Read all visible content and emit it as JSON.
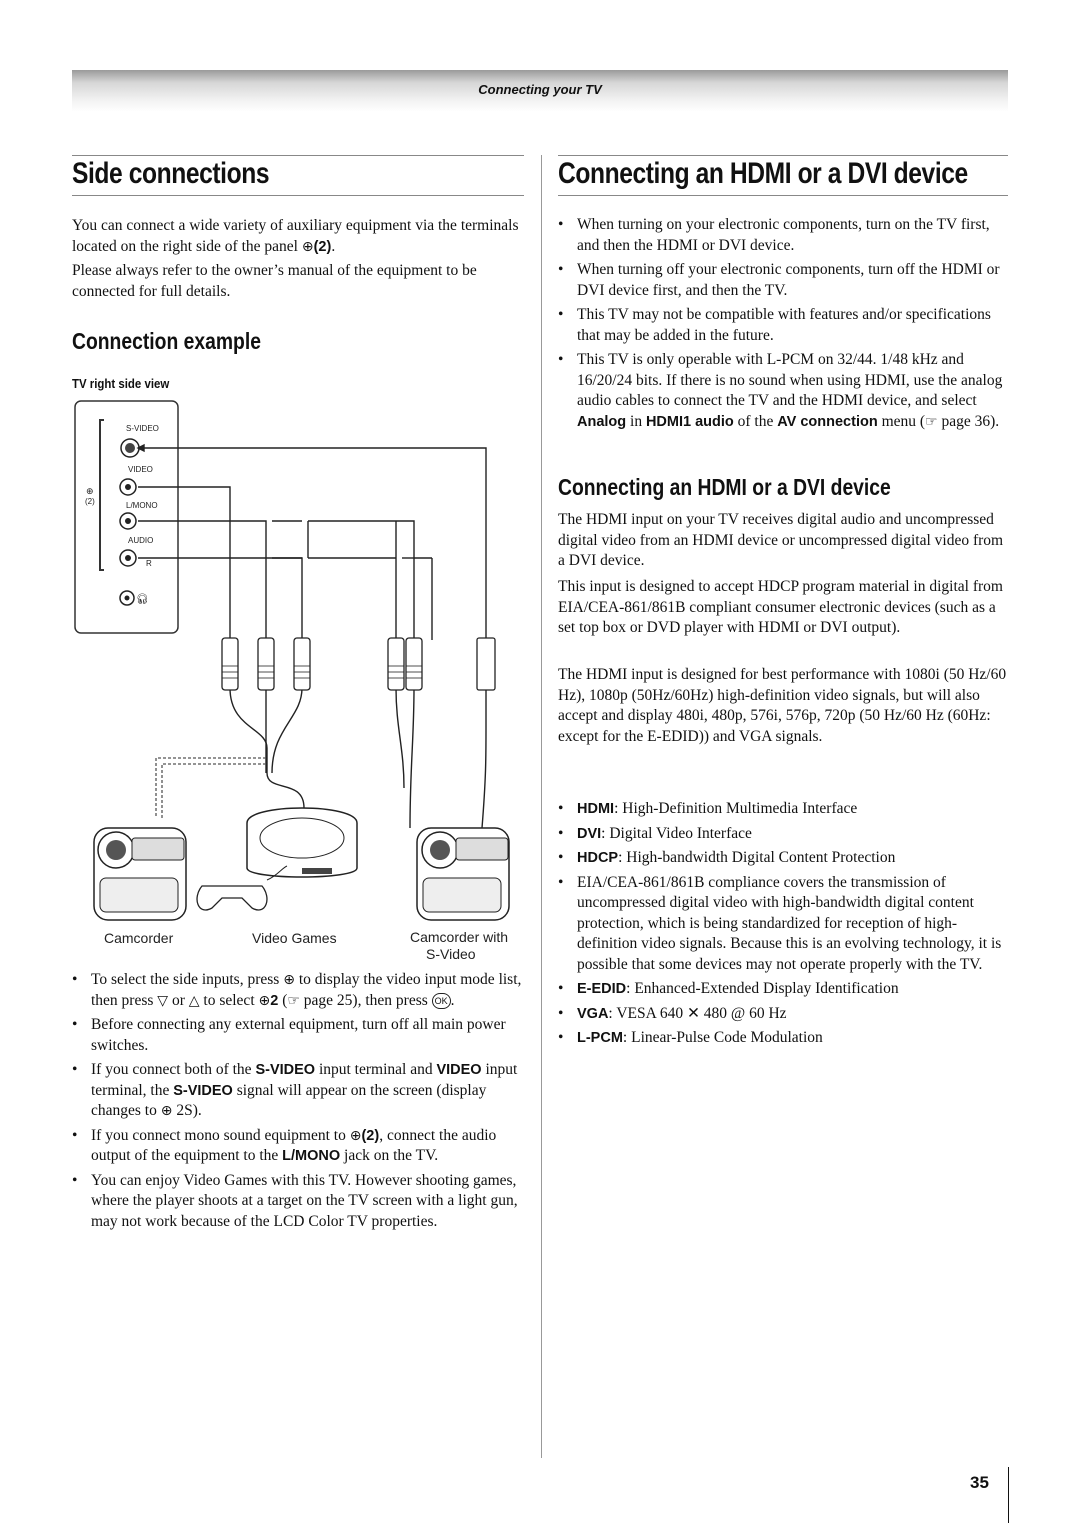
{
  "header": {
    "title": "Connecting your TV"
  },
  "left": {
    "title": "Side connections",
    "intro1_a": "You can connect a wide variety of auxiliary equipment via the terminals located on the right side of the panel ",
    "intro1_b": "(2)",
    "intro1_c": ".",
    "intro2": "Please always refer to the owner’s manual of the equipment to be connected for full details.",
    "example_heading": "Connection example",
    "view_label": "TV right side view",
    "diagram": {
      "port_svideo": "S-VIDEO",
      "port_video": "VIDEO",
      "port_lmono": "L/MONO",
      "port_audio": "AUDIO",
      "port_r": "R",
      "input_num": "(2)",
      "cap_camcorder": "Camcorder",
      "cap_games": "Video Games",
      "cap_camcorder_sv1": "Camcorder with",
      "cap_camcorder_sv2": "S-Video"
    },
    "b1": {
      "a": "To select the side inputs, press ",
      "b": " to display the video input mode list, then press ",
      "down": "▽",
      "or": " or ",
      "up": "△",
      "c": " to select ",
      "d": "2",
      "e": " (",
      "f": " page 25), then press ",
      "ok": "OK",
      "g": "."
    },
    "b2": "Before connecting any external equipment, turn off all main power switches.",
    "b3": {
      "a": "If you connect both of the ",
      "sv1": "S-VIDEO",
      "b": " input terminal and ",
      "video": "VIDEO",
      "c": " input terminal, the ",
      "sv2": "S-VIDEO",
      "d": " signal will appear on the screen (display changes to ",
      "e": " 2S)."
    },
    "b4": {
      "a": "If you connect mono sound equipment to ",
      "b": "(2)",
      "c": ", connect the audio output of the equipment to the ",
      "lmono": "L/MONO",
      "d": " jack on the TV."
    },
    "b5": "You can enjoy Video Games with this TV. However shooting games, where the player shoots at a target on the TV screen with a light gun, may not work because of the LCD Color TV properties."
  },
  "right": {
    "title": "Connecting an HDMI or a DVI device",
    "b1": "When turning on your electronic components, turn on the TV first, and then the HDMI or DVI device.",
    "b2": "When turning off your electronic components, turn off the HDMI or DVI device first, and then the TV.",
    "b3": "This TV may not be compatible with features and/or specifications that may be added in the future.",
    "b4": {
      "a": "This TV is only operable with L-PCM on 32/44. 1/48 kHz and 16/20/24 bits. If there is no sound when using HDMI, use the analog audio cables to connect the TV and the HDMI device, and select ",
      "analog": "Analog",
      "b": " in ",
      "hdmi1": "HDMI1 audio",
      "c": " of the ",
      "av": "AV connection",
      "d": " menu (",
      "e": " page 36)."
    },
    "subheading": "Connecting an HDMI or a DVI device",
    "p1": "The HDMI input on your TV receives digital audio and uncompressed digital video from an HDMI device or uncompressed digital video from a DVI device.",
    "p2": "This input is designed to accept HDCP program material in digital from EIA/CEA-861/861B compliant consumer electronic devices (such as a set top box or DVD player with HDMI or DVI output).",
    "p3": "The HDMI input is designed for best performance with 1080i (50 Hz/60 Hz), 1080p (50Hz/60Hz) high-definition video signals, but will also accept and display 480i, 480p, 576i, 576p, 720p (50 Hz/60 Hz (60Hz: except for the E-EDID)) and VGA signals.",
    "defs": [
      {
        "term": "HDMI",
        "desc": ": High-Definition Multimedia Interface"
      },
      {
        "term": "DVI",
        "desc": ": Digital Video Interface"
      },
      {
        "term": "HDCP",
        "desc": ": High-bandwidth Digital Content Protection"
      },
      {
        "term": "",
        "desc": "EIA/CEA-861/861B compliance covers the transmission of uncompressed digital video with high-bandwidth digital content protection, which is being standardized for reception of high-definition video signals. Because this is an evolving technology, it is possible that some devices may not operate properly with the TV."
      },
      {
        "term": "E-EDID",
        "desc": ": Enhanced-Extended Display Identification"
      },
      {
        "term": "VGA",
        "desc": ": VESA 640 ✕ 480 @ 60 Hz"
      },
      {
        "term": "L-PCM",
        "desc": ": Linear-Pulse Code Modulation"
      }
    ]
  },
  "page_number": "35"
}
